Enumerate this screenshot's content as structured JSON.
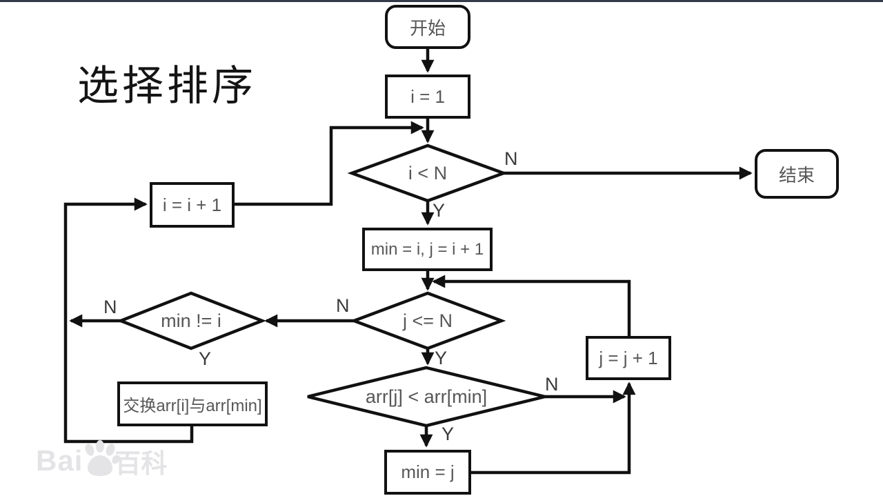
{
  "title": "选择排序",
  "colors": {
    "line": "#111111",
    "node_text": "#575757",
    "branch_label": "#3a3a3a",
    "title_text": "#141414",
    "top_strip": "#323c48",
    "watermark": "#e4e4e7"
  },
  "flowchart": {
    "nodes": {
      "start": {
        "type": "terminal",
        "label": "开始"
      },
      "init_i": {
        "type": "process",
        "label": "i = 1"
      },
      "cond_i_lt_n": {
        "type": "decision",
        "label": "i < N"
      },
      "end": {
        "type": "terminal",
        "label": "结束"
      },
      "init_min_j": {
        "type": "process",
        "label": "min = i, j = i + 1"
      },
      "cond_j_le_n": {
        "type": "decision",
        "label": "j <= N"
      },
      "cond_min_ne_i": {
        "type": "decision",
        "label": "min != i"
      },
      "inc_i": {
        "type": "process",
        "label": "i = i + 1"
      },
      "cond_arr": {
        "type": "decision",
        "label": "arr[j] < arr[min]"
      },
      "swap": {
        "type": "process",
        "label": "交换arr[i]与arr[min]"
      },
      "set_min_j": {
        "type": "process",
        "label": "min = j"
      },
      "inc_j": {
        "type": "process",
        "label": "j = j + 1"
      }
    },
    "branch_labels": {
      "i_lt_n_no": "N",
      "i_lt_n_yes": "Y",
      "j_le_n_no": "N",
      "j_le_n_yes": "Y",
      "min_ne_i_no": "N",
      "min_ne_i_yes": "Y",
      "arr_cmp_no": "N",
      "arr_cmp_yes": "Y"
    }
  },
  "watermark": {
    "text_left": "Bai",
    "text_right": "百科"
  }
}
